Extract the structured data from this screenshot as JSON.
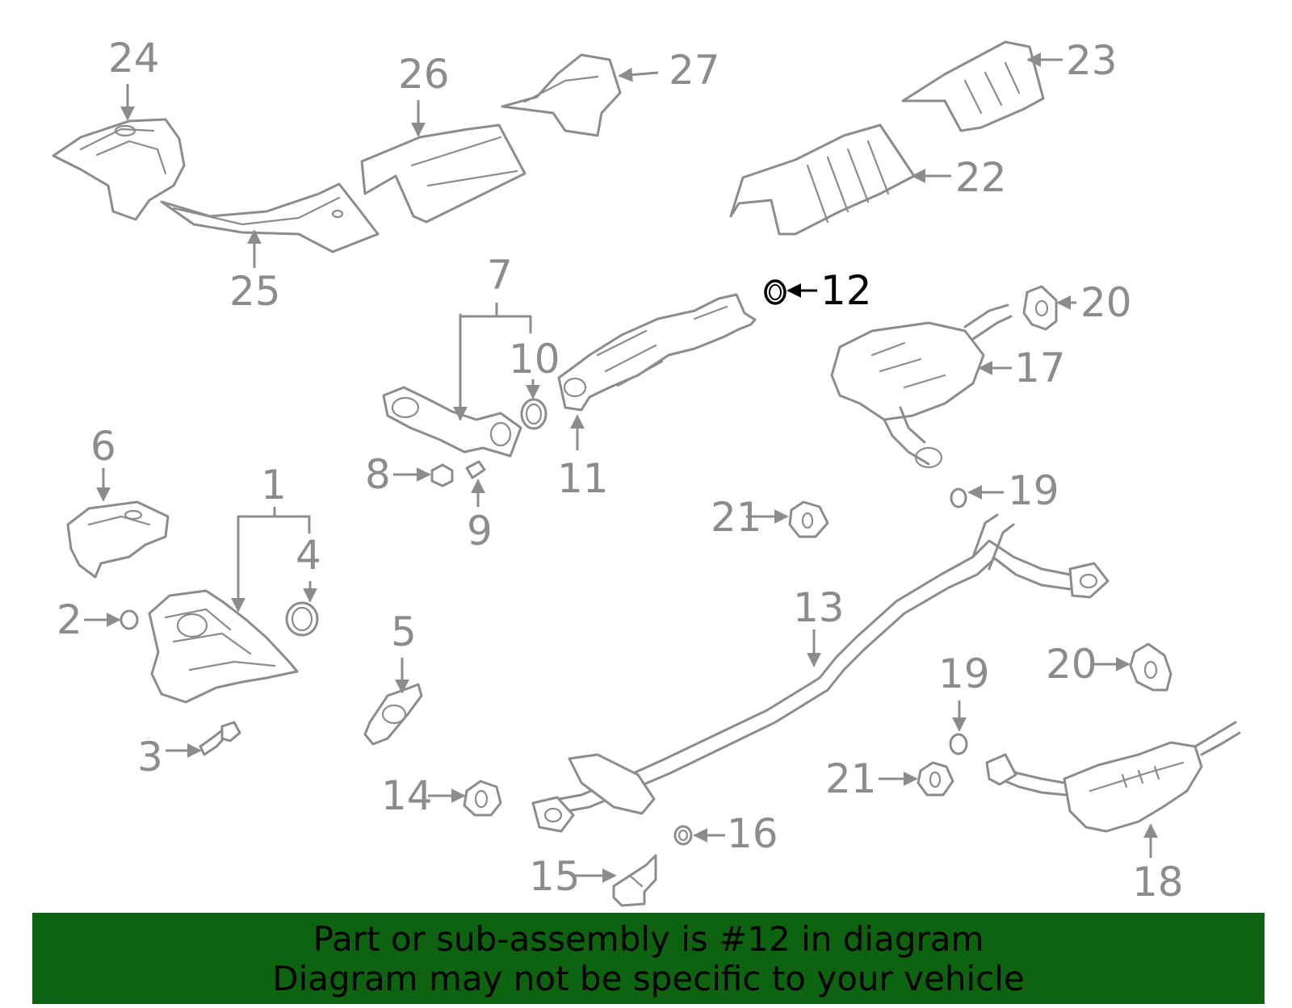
{
  "diagram": {
    "highlighted_part": "12",
    "callouts": [
      "24",
      "26",
      "27",
      "23",
      "22",
      "25",
      "7",
      "10",
      "11",
      "12",
      "20",
      "17",
      "8",
      "9",
      "6",
      "1",
      "4",
      "2",
      "3",
      "5",
      "21",
      "19",
      "13",
      "14",
      "15",
      "16",
      "20",
      "19",
      "21",
      "18"
    ]
  },
  "banner": {
    "line1": "Part or sub-assembly is #12 in diagram",
    "line2": "Diagram may not be specific to your vehicle",
    "background": "#0e6311"
  },
  "colors": {
    "line_art": "#8c8c8c",
    "highlight": "#000000",
    "background": "#ffffff"
  }
}
